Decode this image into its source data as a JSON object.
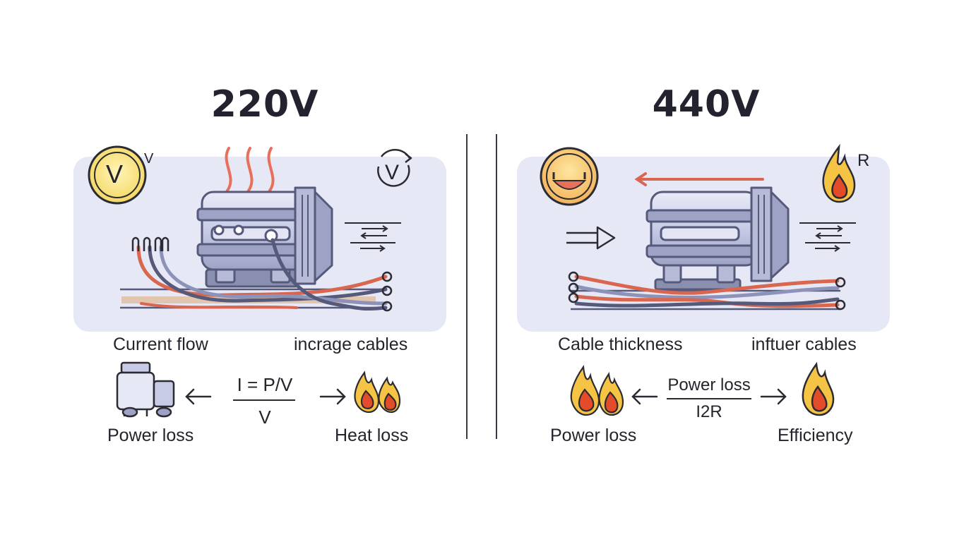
{
  "left": {
    "title": "220V",
    "meter_label": "V",
    "meter_superscript": "V",
    "rotate_meter_label": "V",
    "label_left": "Current flow",
    "label_right": "incrage cables",
    "formula_numerator": "I = P/V",
    "formula_denominator": "V",
    "bottom_left": "Power loss",
    "bottom_right": "Heat loss"
  },
  "right": {
    "title": "440V",
    "resistance_label": "R",
    "label_left": "Cable thickness",
    "label_right": "inftuer cables",
    "formula_numerator": "Power loss",
    "formula_denominator": "I2R",
    "bottom_left": "Power loss",
    "bottom_right": "Efficiency"
  },
  "colors": {
    "panel": "#e6e8f6",
    "motor": "#c7cbe6",
    "motor_dark": "#6d7190",
    "heat": "#e8705a",
    "flame_outer": "#f6c445",
    "flame_inner": "#e24c2b",
    "meter": "#f7e27a",
    "cable_red": "#d9674f",
    "cable_blue": "#8c92b8",
    "cable_tan": "#e0b690"
  }
}
